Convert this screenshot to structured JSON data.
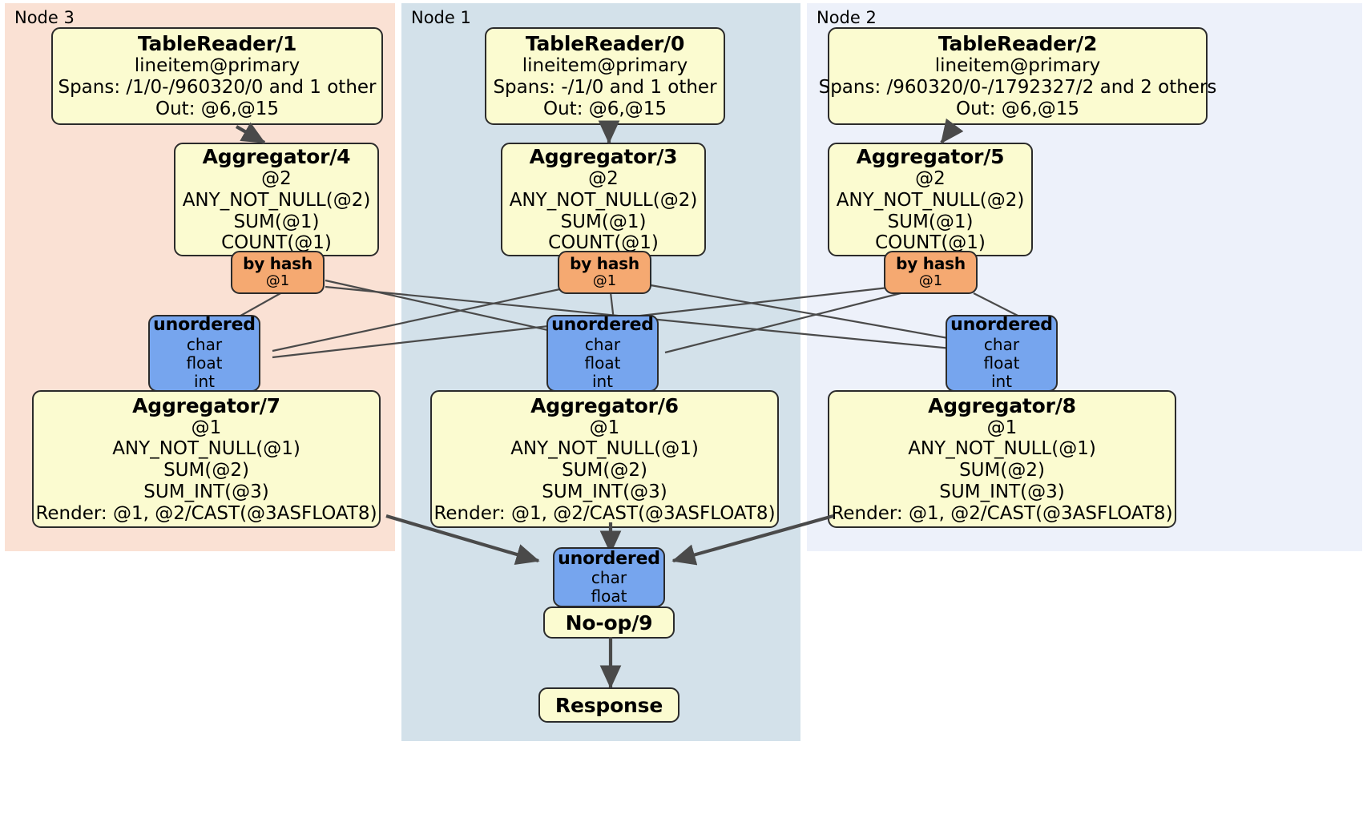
{
  "diagram": {
    "title": "Distributed query plan",
    "colors": {
      "proc_fill": "#fbfbd0",
      "router_fill": "#f5a971",
      "sync_fill": "#76a5ee",
      "node3_bg": "#fae1d4",
      "node1_bg": "#d3e1ea",
      "node2_bg": "#edf1fa",
      "edge": "#4a4a4a",
      "border": "#2b2b2b"
    }
  },
  "clusters": [
    {
      "id": "node3",
      "label": "Node 3"
    },
    {
      "id": "node1",
      "label": "Node 1"
    },
    {
      "id": "node2",
      "label": "Node 2"
    }
  ],
  "processors": {
    "tablereader_1": {
      "title": "TableReader/1",
      "lines": [
        "lineitem@primary",
        "Spans: /1/0-/960320/0 and 1 other",
        "Out: @6,@15"
      ]
    },
    "tablereader_0": {
      "title": "TableReader/0",
      "lines": [
        "lineitem@primary",
        "Spans: -/1/0 and 1 other",
        "Out: @6,@15"
      ]
    },
    "tablereader_2": {
      "title": "TableReader/2",
      "lines": [
        "lineitem@primary",
        "Spans: /960320/0-/1792327/2 and 2 others",
        "Out: @6,@15"
      ]
    },
    "aggregator_4": {
      "title": "Aggregator/4",
      "lines": [
        "@2",
        "ANY_NOT_NULL(@2)",
        "SUM(@1)",
        "COUNT(@1)"
      ]
    },
    "aggregator_3": {
      "title": "Aggregator/3",
      "lines": [
        "@2",
        "ANY_NOT_NULL(@2)",
        "SUM(@1)",
        "COUNT(@1)"
      ]
    },
    "aggregator_5": {
      "title": "Aggregator/5",
      "lines": [
        "@2",
        "ANY_NOT_NULL(@2)",
        "SUM(@1)",
        "COUNT(@1)"
      ]
    },
    "aggregator_7": {
      "title": "Aggregator/7",
      "lines": [
        "@1",
        "ANY_NOT_NULL(@1)",
        "SUM(@2)",
        "SUM_INT(@3)",
        "Render: @1, @2/CAST(@3ASFLOAT8)"
      ]
    },
    "aggregator_6": {
      "title": "Aggregator/6",
      "lines": [
        "@1",
        "ANY_NOT_NULL(@1)",
        "SUM(@2)",
        "SUM_INT(@3)",
        "Render: @1, @2/CAST(@3ASFLOAT8)"
      ]
    },
    "aggregator_8": {
      "title": "Aggregator/8",
      "lines": [
        "@1",
        "ANY_NOT_NULL(@1)",
        "SUM(@2)",
        "SUM_INT(@3)",
        "Render: @1, @2/CAST(@3ASFLOAT8)"
      ]
    },
    "noop_9": {
      "title": "No-op/9",
      "lines": []
    },
    "response": {
      "title": "Response",
      "lines": []
    }
  },
  "routers": {
    "byhash_4": {
      "title": "by hash",
      "lines": [
        "@1"
      ]
    },
    "byhash_3": {
      "title": "by hash",
      "lines": [
        "@1"
      ]
    },
    "byhash_5": {
      "title": "by hash",
      "lines": [
        "@1"
      ]
    }
  },
  "synchronizers": {
    "unordered_7": {
      "title": "unordered",
      "lines": [
        "char",
        "float",
        "int"
      ]
    },
    "unordered_6": {
      "title": "unordered",
      "lines": [
        "char",
        "float",
        "int"
      ]
    },
    "unordered_8": {
      "title": "unordered",
      "lines": [
        "char",
        "float",
        "int"
      ]
    },
    "unordered_final": {
      "title": "unordered",
      "lines": [
        "char",
        "float"
      ]
    }
  }
}
